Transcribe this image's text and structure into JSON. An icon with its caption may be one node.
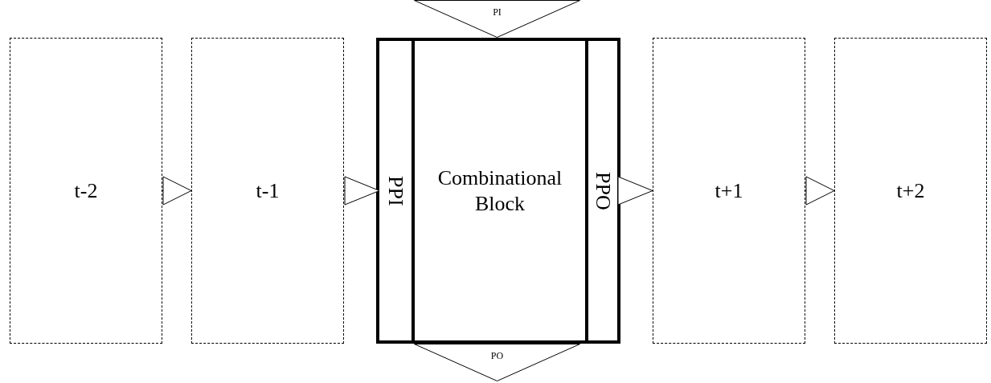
{
  "diagram": {
    "nodes": [
      {
        "text": [
          "t-2"
        ]
      },
      {
        "text": [
          "t-1"
        ]
      },
      {
        "text": [],
        "shape": "box"
      },
      {
        "text": [
          "PPI"
        ],
        "in": 2
      },
      {
        "text": [
          "Combinational Block"
        ],
        "in": 2
      },
      {
        "text": [
          "PPO"
        ],
        "in": 2
      },
      {
        "text": [
          "PI"
        ]
      },
      {
        "text": [
          "PO"
        ]
      },
      {
        "text": [
          "t+1"
        ]
      },
      {
        "text": [
          "t+2"
        ]
      }
    ],
    "edges": [
      {
        "from": 0,
        "to": 1,
        "arrow": "to"
      },
      {
        "from": 1,
        "to": 3,
        "arrow": "to"
      },
      {
        "from": 5,
        "to": 8,
        "arrow": "to"
      },
      {
        "from": 8,
        "to": 9,
        "arrow": "to"
      }
    ]
  }
}
